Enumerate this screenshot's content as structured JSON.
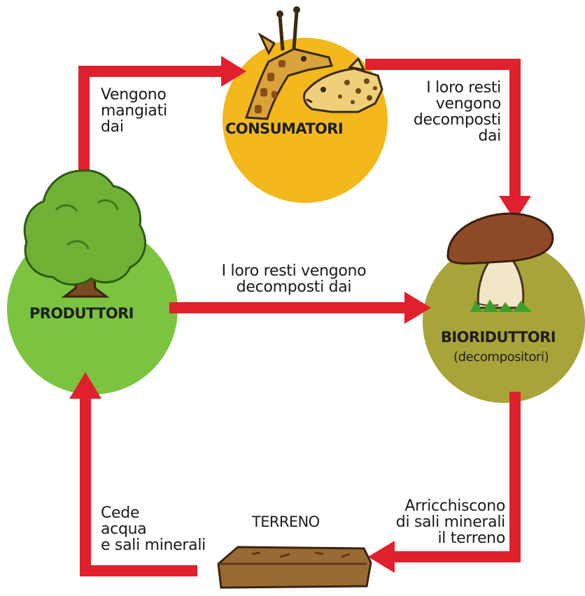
{
  "nodes": {
    "consumatori": {
      "label": "CONSUMATORI"
    },
    "produttori": {
      "label": "PRODUTTORI"
    },
    "bioriduttori": {
      "label": "BIORIDUTTORI",
      "sublabel": "(decompositori)"
    },
    "terreno": {
      "label": "TERRENO"
    }
  },
  "edges": {
    "produttori_to_consumatori": [
      "Vengono",
      "mangiati",
      "dai"
    ],
    "consumatori_to_bioriduttori": [
      "I loro resti",
      "vengono",
      "decomposti",
      "dai"
    ],
    "produttori_to_bioriduttori": [
      "I loro resti vengono",
      "decomposti dai"
    ],
    "bioriduttori_to_terreno": [
      "Arricchiscono",
      "di sali minerali",
      "il terreno"
    ],
    "terreno_to_produttori": [
      "Cede",
      "acqua",
      "e sali minerali"
    ]
  },
  "colors": {
    "arrow": "#e0202c",
    "consumatori_circle": "#f2b81c",
    "produttori_circle": "#7cc440",
    "bioriduttori_circle": "#a8a43a"
  },
  "icons": [
    "giraffe-icon",
    "leopard-icon",
    "tree-icon",
    "mushroom-icon",
    "soil-icon"
  ]
}
